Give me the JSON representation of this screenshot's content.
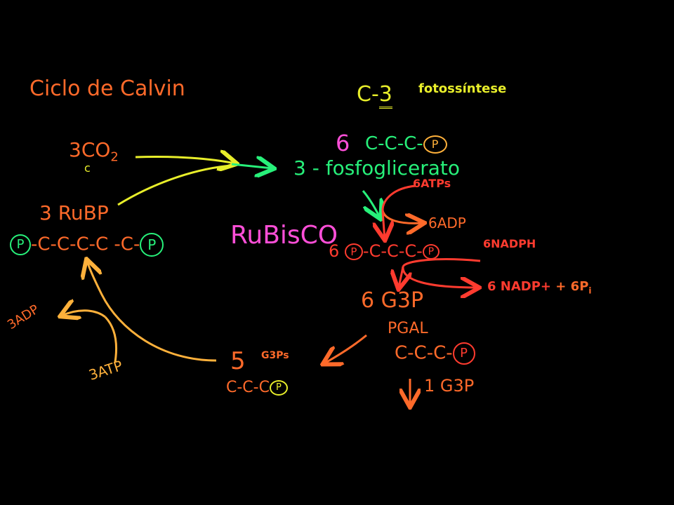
{
  "colors": {
    "background": "#000000",
    "orange": "#ff6a2a",
    "red": "#ff3b2f",
    "yellow": "#e8ee2a",
    "green": "#27f07a",
    "pink": "#ff4fd8",
    "amber": "#ffb13b"
  },
  "title": "Ciclo de Calvin",
  "heading": {
    "c_prefix": "C-",
    "c_number": "3",
    "label": "fotossíntese"
  },
  "co2": {
    "coef": "3",
    "formula": "CO",
    "subscript": "2",
    "note": "c"
  },
  "rubp": {
    "label": "3 RuBP",
    "p_left": "P",
    "chain": "-C-C-C-C -C-",
    "p_right": "P"
  },
  "enzyme": "RuBisCO",
  "pga": {
    "coef": "6",
    "chain": "C-C-C-",
    "p": "P",
    "name": "3 - fosfoglicerato"
  },
  "atp_step": {
    "in": "6ATPs",
    "out": "6ADP"
  },
  "bpg": {
    "coef": "6",
    "p_left": "P",
    "chain": "-C-C-C-",
    "p_right": "P"
  },
  "nadph_step": {
    "in": "6NADPH",
    "out_a": "6 NADP+",
    "plus": "+",
    "out_b": "6P",
    "out_b_sub": "i"
  },
  "g3p": {
    "label": "6 G3P",
    "alias": "PGAL",
    "chain": "C-C-C-",
    "p": "P",
    "exit": "1 G3P"
  },
  "recycle": {
    "coef": "5",
    "label": "G3Ps",
    "chain": "C-C-C",
    "p": "P"
  },
  "regen": {
    "atp": "3ATP",
    "adp": "3ADP"
  }
}
